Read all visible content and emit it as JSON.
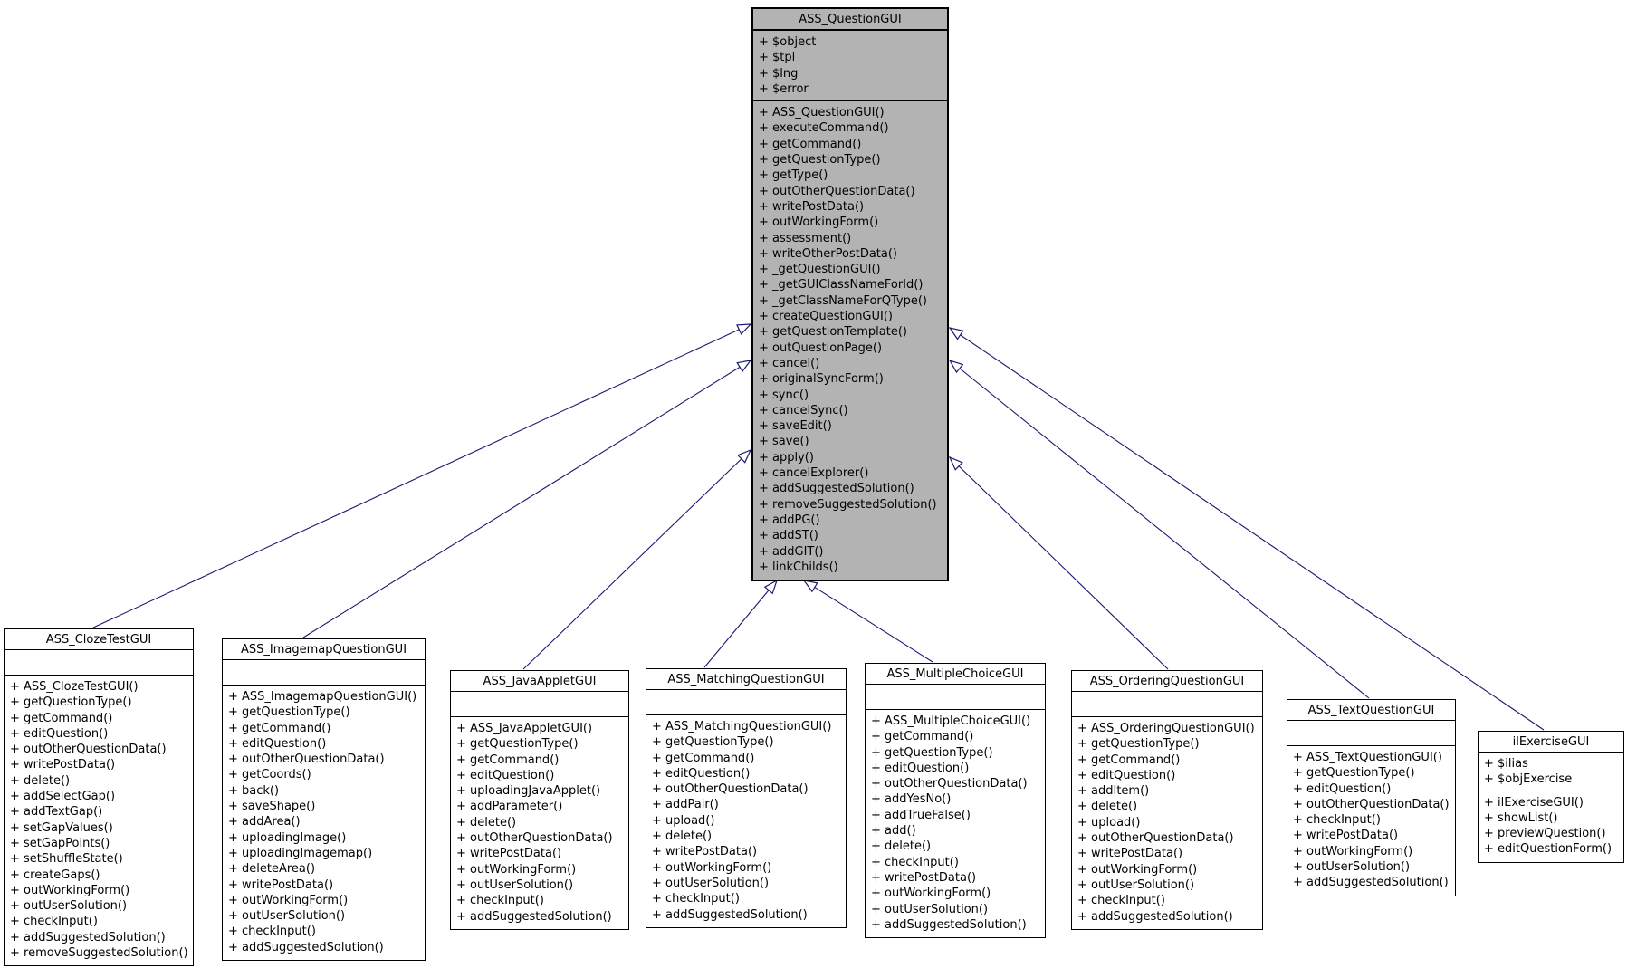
{
  "diagram": {
    "kind": "uml-class-inheritance",
    "colors": {
      "base_class_fill": "#b3b3b3",
      "derived_class_fill": "#ffffff",
      "border": "#000000",
      "arrow": "#191970"
    },
    "classes": [
      {
        "name": "ASS_QuestionGUI",
        "attributes": [
          "+ $object",
          "+ $tpl",
          "+ $lng",
          "+ $error"
        ],
        "methods": [
          "+ ASS_QuestionGUI()",
          "+ executeCommand()",
          "+ getCommand()",
          "+ getQuestionType()",
          "+ getType()",
          "+ outOtherQuestionData()",
          "+ writePostData()",
          "+ outWorkingForm()",
          "+ assessment()",
          "+ writeOtherPostData()",
          "+ _getQuestionGUI()",
          "+ _getGUIClassNameForId()",
          "+ _getClassNameForQType()",
          "+ createQuestionGUI()",
          "+ getQuestionTemplate()",
          "+ outQuestionPage()",
          "+ cancel()",
          "+ originalSyncForm()",
          "+ sync()",
          "+ cancelSync()",
          "+ saveEdit()",
          "+ save()",
          "+ apply()",
          "+ cancelExplorer()",
          "+ addSuggestedSolution()",
          "+ removeSuggestedSolution()",
          "+ addPG()",
          "+ addST()",
          "+ addGIT()",
          "+ linkChilds()"
        ]
      },
      {
        "name": "ASS_ClozeTestGUI",
        "attributes": [],
        "methods": [
          "+ ASS_ClozeTestGUI()",
          "+ getQuestionType()",
          "+ getCommand()",
          "+ editQuestion()",
          "+ outOtherQuestionData()",
          "+ writePostData()",
          "+ delete()",
          "+ addSelectGap()",
          "+ addTextGap()",
          "+ setGapValues()",
          "+ setGapPoints()",
          "+ setShuffleState()",
          "+ createGaps()",
          "+ outWorkingForm()",
          "+ outUserSolution()",
          "+ checkInput()",
          "+ addSuggestedSolution()",
          "+ removeSuggestedSolution()"
        ]
      },
      {
        "name": "ASS_ImagemapQuestionGUI",
        "attributes": [],
        "methods": [
          "+ ASS_ImagemapQuestionGUI()",
          "+ getQuestionType()",
          "+ getCommand()",
          "+ editQuestion()",
          "+ outOtherQuestionData()",
          "+ getCoords()",
          "+ back()",
          "+ saveShape()",
          "+ addArea()",
          "+ uploadingImage()",
          "+ uploadingImagemap()",
          "+ deleteArea()",
          "+ writePostData()",
          "+ outWorkingForm()",
          "+ outUserSolution()",
          "+ checkInput()",
          "+ addSuggestedSolution()"
        ]
      },
      {
        "name": "ASS_JavaAppletGUI",
        "attributes": [],
        "methods": [
          "+ ASS_JavaAppletGUI()",
          "+ getQuestionType()",
          "+ getCommand()",
          "+ editQuestion()",
          "+ uploadingJavaApplet()",
          "+ addParameter()",
          "+ delete()",
          "+ outOtherQuestionData()",
          "+ writePostData()",
          "+ outWorkingForm()",
          "+ outUserSolution()",
          "+ checkInput()",
          "+ addSuggestedSolution()"
        ]
      },
      {
        "name": "ASS_MatchingQuestionGUI",
        "attributes": [],
        "methods": [
          "+ ASS_MatchingQuestionGUI()",
          "+ getQuestionType()",
          "+ getCommand()",
          "+ editQuestion()",
          "+ outOtherQuestionData()",
          "+ addPair()",
          "+ upload()",
          "+ delete()",
          "+ writePostData()",
          "+ outWorkingForm()",
          "+ outUserSolution()",
          "+ checkInput()",
          "+ addSuggestedSolution()"
        ]
      },
      {
        "name": "ASS_MultipleChoiceGUI",
        "attributes": [],
        "methods": [
          "+ ASS_MultipleChoiceGUI()",
          "+ getCommand()",
          "+ getQuestionType()",
          "+ editQuestion()",
          "+ outOtherQuestionData()",
          "+ addYesNo()",
          "+ addTrueFalse()",
          "+ add()",
          "+ delete()",
          "+ checkInput()",
          "+ writePostData()",
          "+ outWorkingForm()",
          "+ outUserSolution()",
          "+ addSuggestedSolution()"
        ]
      },
      {
        "name": "ASS_OrderingQuestionGUI",
        "attributes": [],
        "methods": [
          "+ ASS_OrderingQuestionGUI()",
          "+ getQuestionType()",
          "+ getCommand()",
          "+ editQuestion()",
          "+ addItem()",
          "+ delete()",
          "+ upload()",
          "+ outOtherQuestionData()",
          "+ writePostData()",
          "+ outWorkingForm()",
          "+ outUserSolution()",
          "+ checkInput()",
          "+ addSuggestedSolution()"
        ]
      },
      {
        "name": "ASS_TextQuestionGUI",
        "attributes": [],
        "methods": [
          "+ ASS_TextQuestionGUI()",
          "+ getQuestionType()",
          "+ editQuestion()",
          "+ outOtherQuestionData()",
          "+ checkInput()",
          "+ writePostData()",
          "+ outWorkingForm()",
          "+ outUserSolution()",
          "+ addSuggestedSolution()"
        ]
      },
      {
        "name": "ilExerciseGUI",
        "attributes": [
          "+ $ilias",
          "+ $objExercise"
        ],
        "methods": [
          "+ ilExerciseGUI()",
          "+ showList()",
          "+ previewQuestion()",
          "+ editQuestionForm()"
        ]
      }
    ]
  }
}
